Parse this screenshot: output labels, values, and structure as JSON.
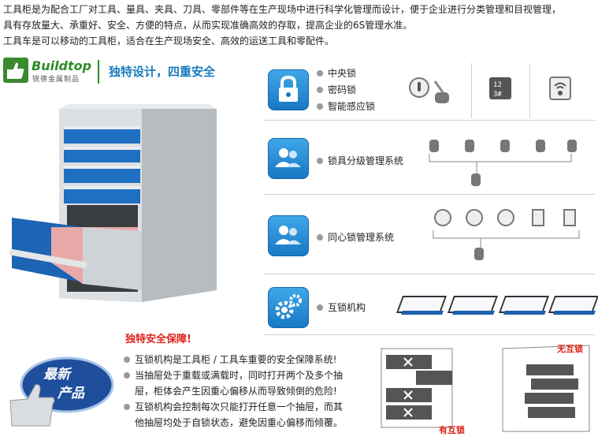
{
  "intro": {
    "line1": "工具柜是为配合工厂对工具、量具、夹具、刀具、零部件等在生产现场中进行科学化管理而设计，便于企业进行分类管理和目视管理，",
    "line2": "具有存放量大、承重好、安全、方便的特点，从而实现准确高效的存取，提高企业的6S管理水准。",
    "line3": "工具车是可以移动的工具柜，适合在生产现场安全、高效的运送工具和零配件。"
  },
  "brand": {
    "name": "Buildtop",
    "sub": "锐德金属制品",
    "slogan": "独特设计，四重安全"
  },
  "features": {
    "locks": {
      "items": [
        "中央锁",
        "密码锁",
        "智能感应锁"
      ]
    },
    "grade": {
      "label": "锁具分级管理系统"
    },
    "concentric": {
      "label": "同心锁管理系统"
    },
    "interlock": {
      "label": "互锁机构"
    }
  },
  "safety": {
    "title": "独特安全保障!",
    "line1": "互锁机构是工具柜 / 工具车重要的安全保障系统!",
    "line2a": "当抽屉处于重载或满载时，同时打开两个及多个抽",
    "line2b": "屉，柜体会产生因重心偏移从而导致倾倒的危险!",
    "line3a": "互锁机构会控制每次只能打开任意一个抽屉，而其",
    "line3b": "他抽屉均处于自锁状态，避免因重心偏移而倾覆。"
  },
  "badge": {
    "line1": "最新",
    "line2": "产品"
  },
  "compare": {
    "with_interlock": "有互锁",
    "without_interlock": "无互锁"
  },
  "colors": {
    "accent_blue": "#1a7bbf",
    "brand_green": "#2f8d2a",
    "warning_red": "#e0231a"
  }
}
